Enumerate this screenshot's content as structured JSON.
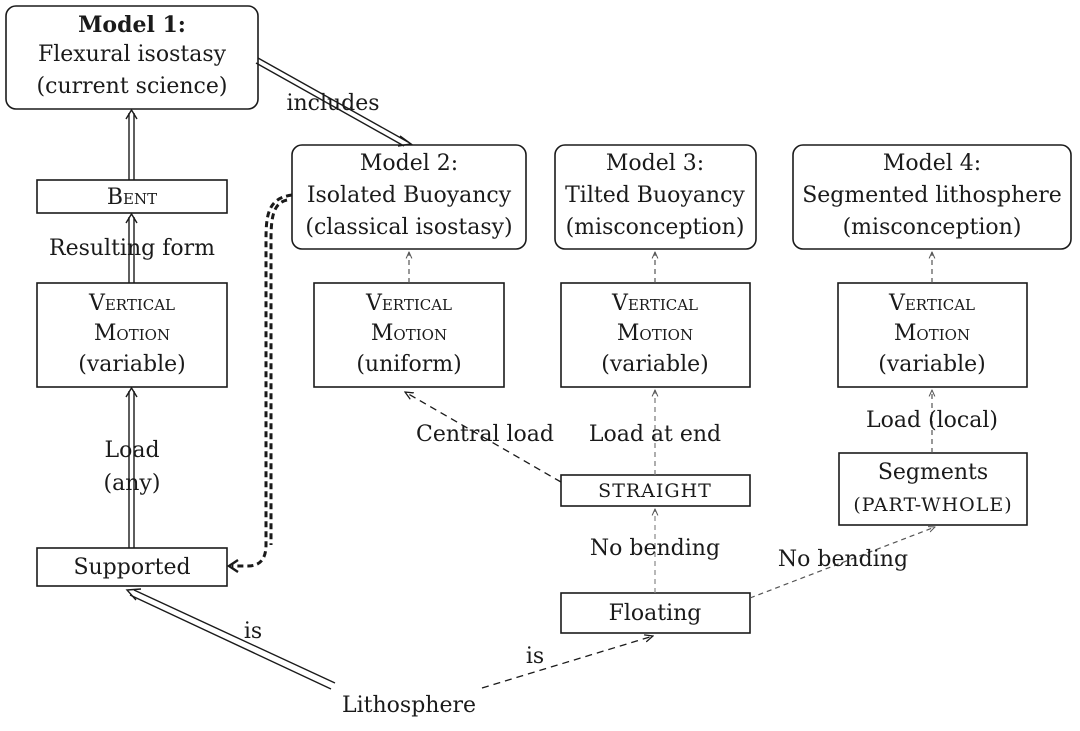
{
  "model1": {
    "title": "Model 1:",
    "name": "Flexural isostasy",
    "note": "(current science)"
  },
  "model2": {
    "title": "Model 2:",
    "name": "Isolated Buoyancy",
    "note": "(classical isostasy)"
  },
  "model3": {
    "title": "Model 3:",
    "name": "Tilted Buoyancy",
    "note": "(misconception)"
  },
  "model4": {
    "title": "Model 4:",
    "name": "Segmented lithosphere",
    "note": "(misconception)"
  },
  "bent": "Bent",
  "vm1": {
    "line1": "Vertical",
    "line2": "Motion",
    "line3": "(variable)"
  },
  "vm2": {
    "line1": "Vertical",
    "line2": "Motion",
    "line3": "(uniform)"
  },
  "vm3": {
    "line1": "Vertical",
    "line2": "Motion",
    "line3": "(variable)"
  },
  "vm4": {
    "line1": "Vertical",
    "line2": "Motion",
    "line3": "(variable)"
  },
  "straight": "straight",
  "segments": {
    "line1": "Segments",
    "line2": "(part-whole)"
  },
  "supported": "Supported",
  "floating": "Floating",
  "lithosphere": "Lithosphere",
  "labels": {
    "includes": "includes",
    "resulting_form": "Resulting form",
    "load_any_1": "Load",
    "load_any_2": "(any)",
    "central_load": "Central load",
    "load_at_end": "Load at end",
    "load_local": "Load (local)",
    "no_bending_1": "No bending",
    "no_bending_2": "No bending",
    "is_1": "is",
    "is_2": "is"
  }
}
